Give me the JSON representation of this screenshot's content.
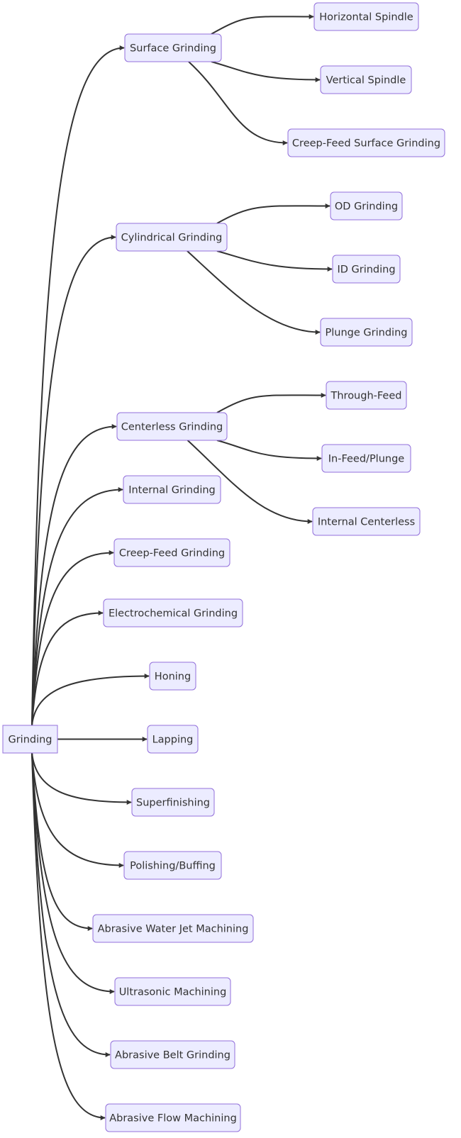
{
  "diagram": {
    "type": "flowchart",
    "direction": "left-to-right",
    "colors": {
      "node_fill": "#ECECFF",
      "node_border": "#9370DB",
      "edge": "#333333",
      "text": "#333333"
    },
    "root": {
      "id": "grinding",
      "label": "Grinding"
    },
    "nodes": [
      {
        "id": "surface",
        "label": "Surface Grinding",
        "parent": "grinding"
      },
      {
        "id": "horizontal",
        "label": "Horizontal Spindle",
        "parent": "surface"
      },
      {
        "id": "vertical",
        "label": "Vertical Spindle",
        "parent": "surface"
      },
      {
        "id": "creepsurface",
        "label": "Creep-Feed Surface Grinding",
        "parent": "surface"
      },
      {
        "id": "cylindrical",
        "label": "Cylindrical Grinding",
        "parent": "grinding"
      },
      {
        "id": "od",
        "label": "OD Grinding",
        "parent": "cylindrical"
      },
      {
        "id": "id",
        "label": "ID Grinding",
        "parent": "cylindrical"
      },
      {
        "id": "plunge",
        "label": "Plunge Grinding",
        "parent": "cylindrical"
      },
      {
        "id": "centerless",
        "label": "Centerless Grinding",
        "parent": "grinding"
      },
      {
        "id": "through",
        "label": "Through-Feed",
        "parent": "centerless"
      },
      {
        "id": "infeed",
        "label": "In-Feed/Plunge",
        "parent": "centerless"
      },
      {
        "id": "intcenterless",
        "label": "Internal Centerless",
        "parent": "centerless"
      },
      {
        "id": "internal",
        "label": "Internal Grinding",
        "parent": "grinding"
      },
      {
        "id": "creepfeed",
        "label": "Creep-Feed Grinding",
        "parent": "grinding"
      },
      {
        "id": "electro",
        "label": "Electrochemical Grinding",
        "parent": "grinding"
      },
      {
        "id": "honing",
        "label": "Honing",
        "parent": "grinding"
      },
      {
        "id": "lapping",
        "label": "Lapping",
        "parent": "grinding"
      },
      {
        "id": "superfinishing",
        "label": "Superfinishing",
        "parent": "grinding"
      },
      {
        "id": "polishing",
        "label": "Polishing/Buffing",
        "parent": "grinding"
      },
      {
        "id": "waterjet",
        "label": "Abrasive Water Jet Machining",
        "parent": "grinding"
      },
      {
        "id": "ultrasonic",
        "label": "Ultrasonic Machining",
        "parent": "grinding"
      },
      {
        "id": "belt",
        "label": "Abrasive Belt Grinding",
        "parent": "grinding"
      },
      {
        "id": "flow",
        "label": "Abrasive Flow Machining",
        "parent": "grinding"
      }
    ]
  }
}
